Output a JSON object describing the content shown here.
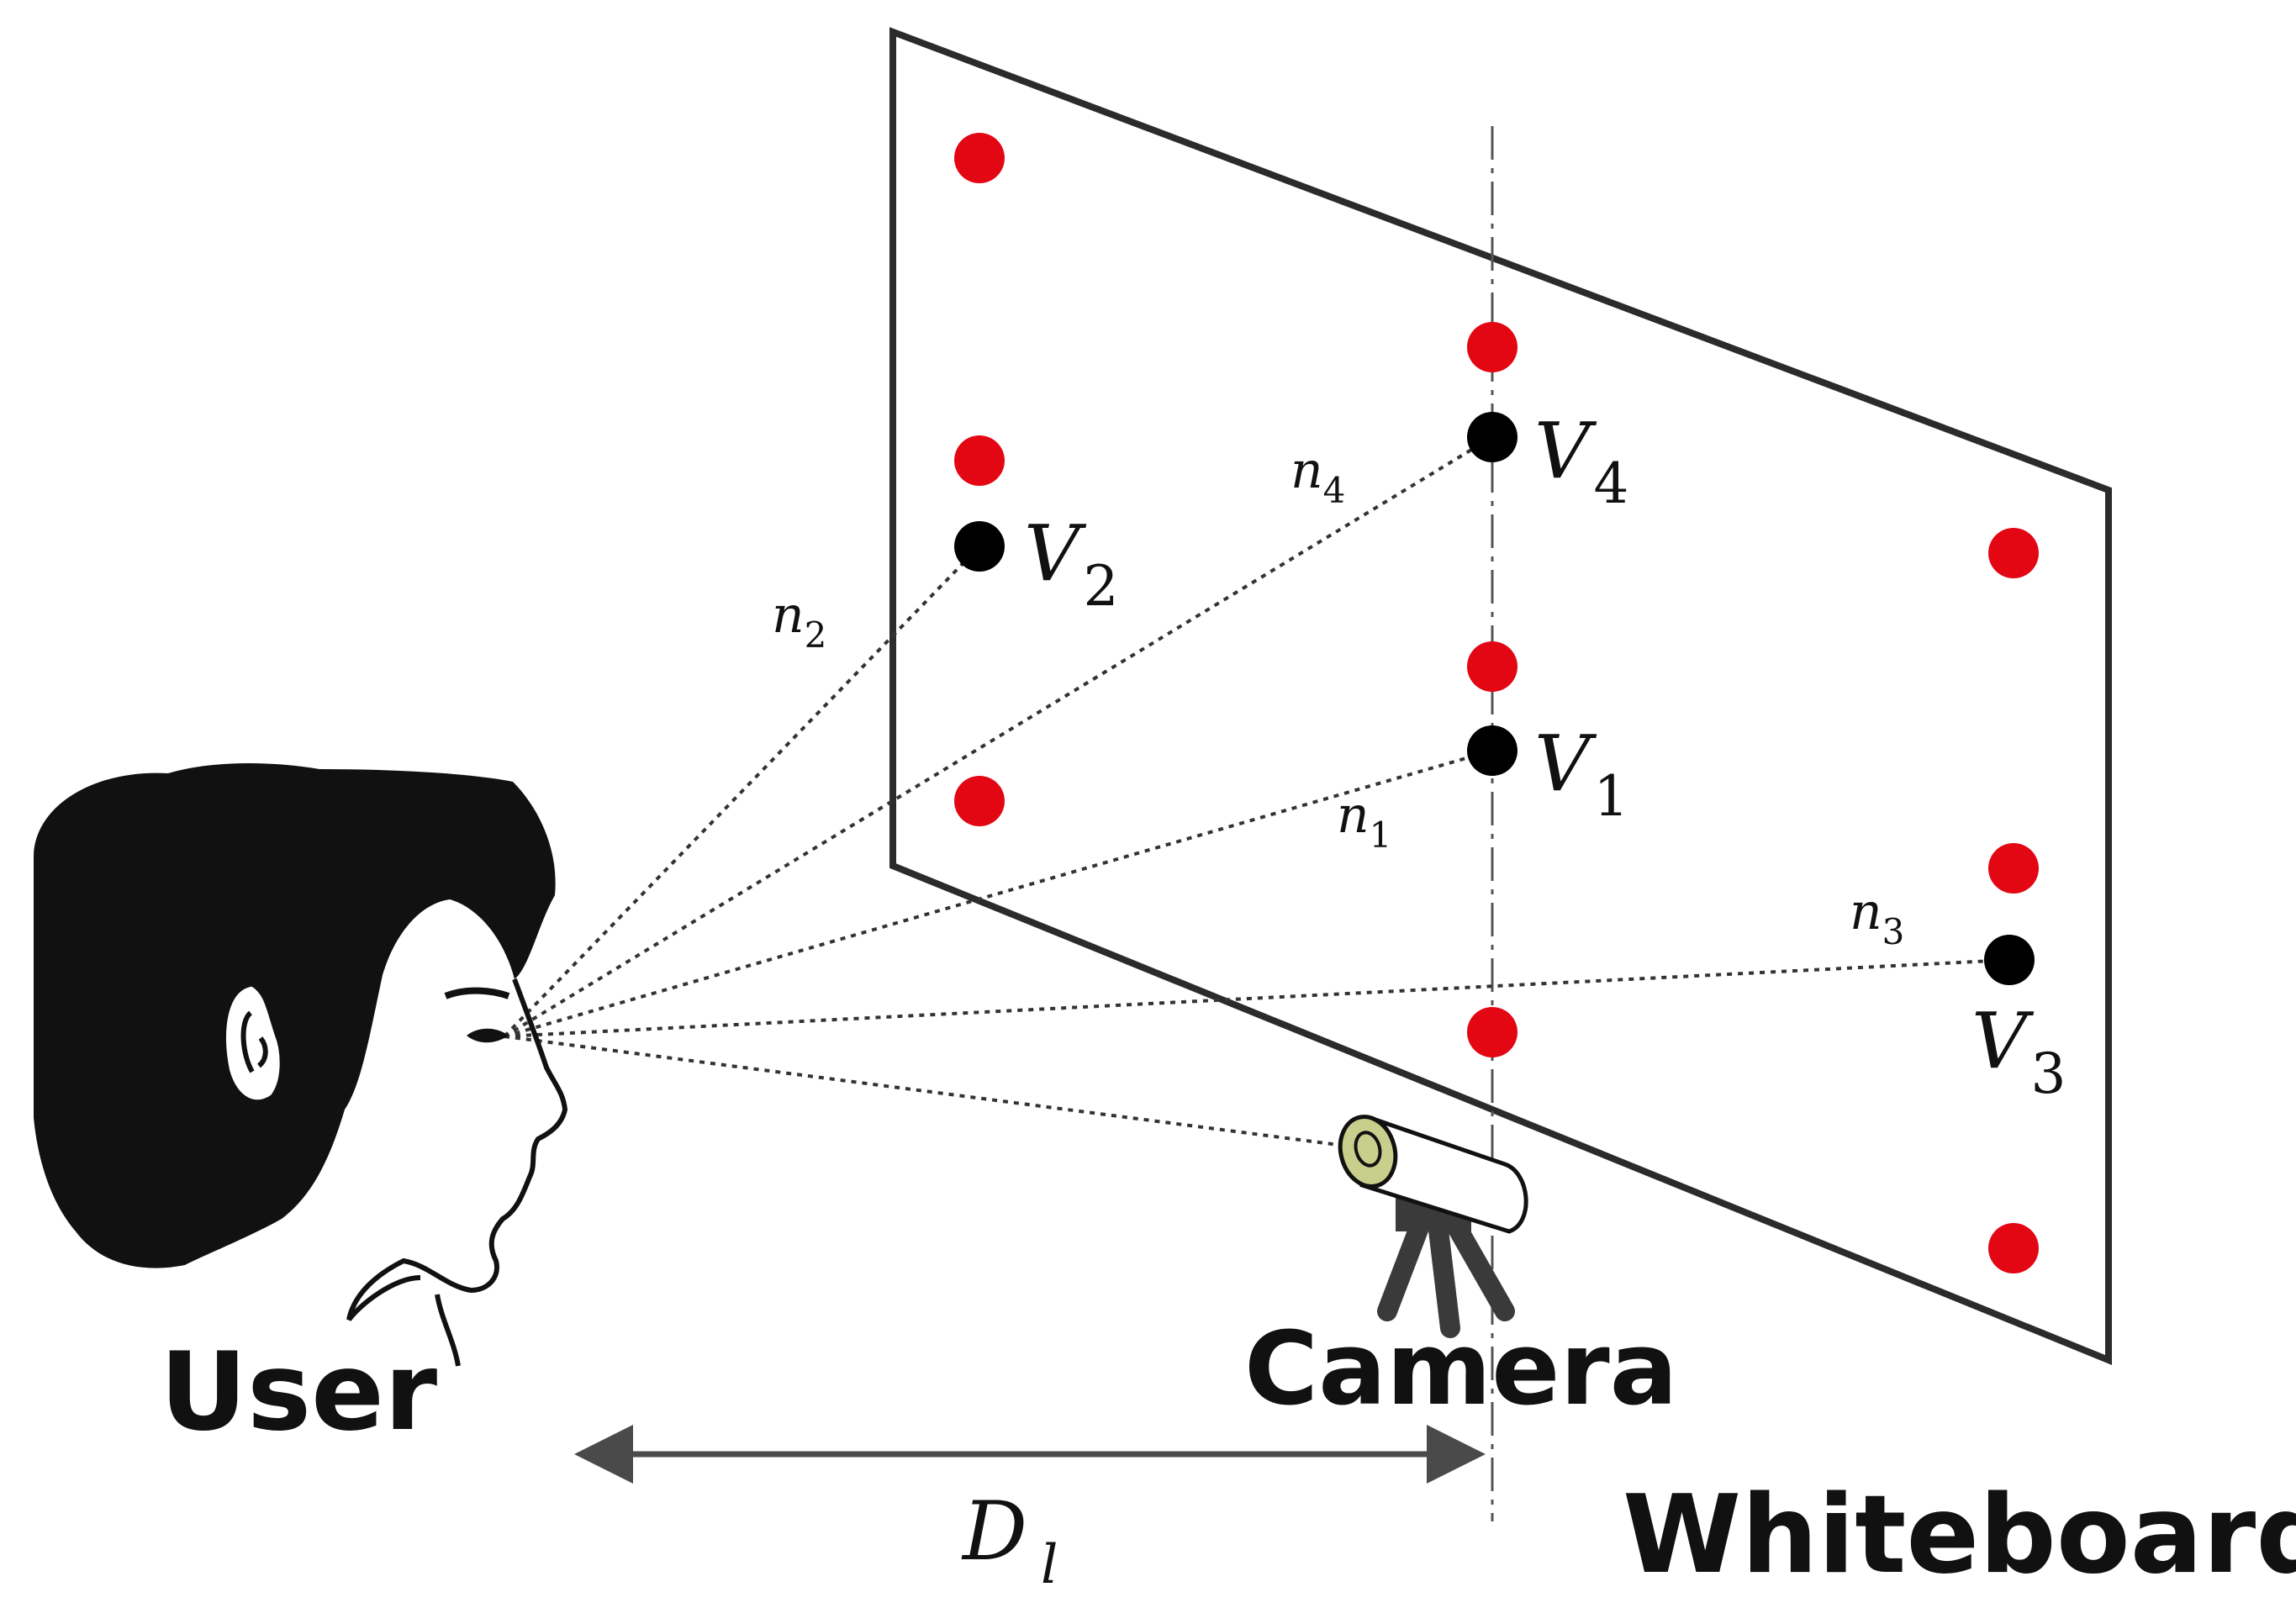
{
  "labels": {
    "user": "User",
    "camera": "Camera",
    "whiteboard": "Whiteboard",
    "distance": {
      "main": "D",
      "sub": "l"
    }
  },
  "targets": [
    {
      "id": "v1",
      "main": "V",
      "sub": "1"
    },
    {
      "id": "v2",
      "main": "V",
      "sub": "2"
    },
    {
      "id": "v3",
      "main": "V",
      "sub": "3"
    },
    {
      "id": "v4",
      "main": "V",
      "sub": "4"
    }
  ],
  "gaze_lines": [
    {
      "id": "n1",
      "main": "n",
      "sub": "1"
    },
    {
      "id": "n2",
      "main": "n",
      "sub": "2"
    },
    {
      "id": "n3",
      "main": "n",
      "sub": "3"
    },
    {
      "id": "n4",
      "main": "n",
      "sub": "4"
    }
  ],
  "colors": {
    "calibration_dot": "#e30613",
    "target_dot": "#000000",
    "board_outline": "#2b2b2b",
    "camera_lens": "#c8cf8c",
    "arrow": "#4a4a4a"
  }
}
